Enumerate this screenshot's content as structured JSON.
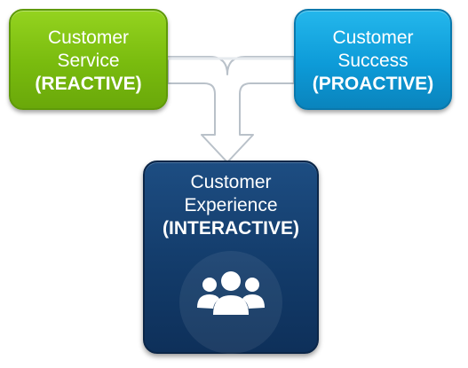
{
  "diagram": {
    "nodes": {
      "service": {
        "line1": "Customer",
        "line2": "Service",
        "line3": "(REACTIVE)"
      },
      "success": {
        "line1": "Customer",
        "line2": "Success",
        "line3": "(PROACTIVE)"
      },
      "experience": {
        "line1": "Customer",
        "line2": "Experience",
        "line3": "(INTERACTIVE)",
        "icon": "people-group-icon"
      }
    },
    "colors": {
      "service": "#79bb0e",
      "success": "#0d9bd8",
      "experience": "#123a68",
      "connector_fill": "#ffffff",
      "connector_stroke": "#b9c1c9"
    }
  }
}
